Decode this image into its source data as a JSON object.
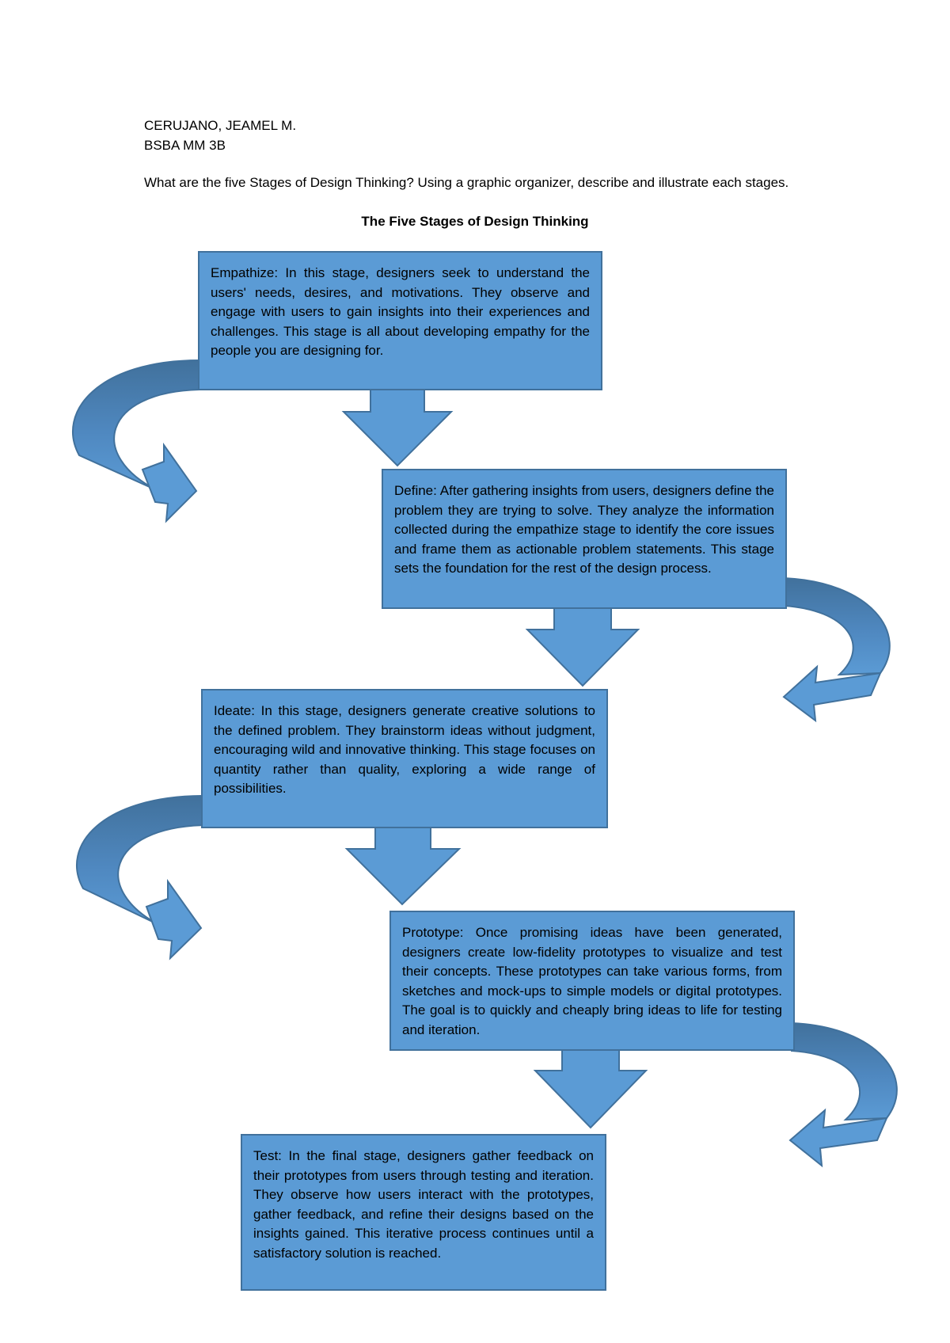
{
  "header": {
    "name": "CERUJANO, JEAMEL M.",
    "course": "BSBA MM 3B"
  },
  "question": "What are the five Stages of Design Thinking? Using a graphic organizer, describe and illustrate each stages.",
  "title": "The Five Stages of Design Thinking",
  "stages": [
    {
      "text": "Empathize: In this stage, designers seek to understand the users' needs, desires, and motivations. They observe and engage with users to gain insights into their experiences and challenges. This stage is all about developing empathy for the people you are designing for."
    },
    {
      "text": "Define: After gathering insights from users, designers define the problem they are trying to solve. They analyze the information collected during the empathize stage to identify the core issues and frame them as actionable problem statements. This stage sets the foundation for the rest of the design process."
    },
    {
      "text": "Ideate: In this stage, designers generate creative solutions to the defined problem. They brainstorm ideas without judgment, encouraging wild and innovative thinking. This stage focuses on quantity rather than quality, exploring a wide range of possibilities."
    },
    {
      "text": "Prototype: Once promising ideas have been generated, designers create low-fidelity prototypes to visualize and test their concepts. These prototypes can take various forms, from sketches and mock-ups to simple models or digital prototypes. The goal is to quickly and cheaply bring ideas to life for testing and iteration."
    },
    {
      "text": "Test: In the final stage, designers gather feedback on their prototypes from users through testing and iteration. They observe how users interact with the prototypes, gather feedback, and refine their designs based on the insights gained. This iterative process continues until a satisfactory solution is reached."
    }
  ],
  "colors": {
    "box_fill": "#5b9bd5",
    "box_border": "#41719c",
    "arrow_dark": "#41719c"
  }
}
